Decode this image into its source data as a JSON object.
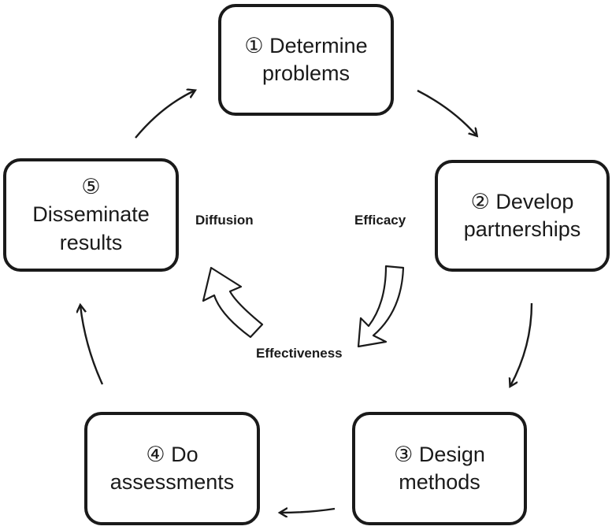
{
  "nodes": {
    "n1": {
      "line1": "① Determine",
      "line2": "problems"
    },
    "n2": {
      "line1": "② Develop",
      "line2": "partnerships"
    },
    "n3": {
      "line1": "③ Design",
      "line2": "methods"
    },
    "n4": {
      "line1": "④ Do",
      "line2": "assessments"
    },
    "n5": {
      "line1": "⑤",
      "line2": "Disseminate",
      "line3": "results"
    }
  },
  "center_labels": {
    "efficacy": "Efficacy",
    "effectiveness": "Effectiveness",
    "diffusion": "Diffusion"
  }
}
